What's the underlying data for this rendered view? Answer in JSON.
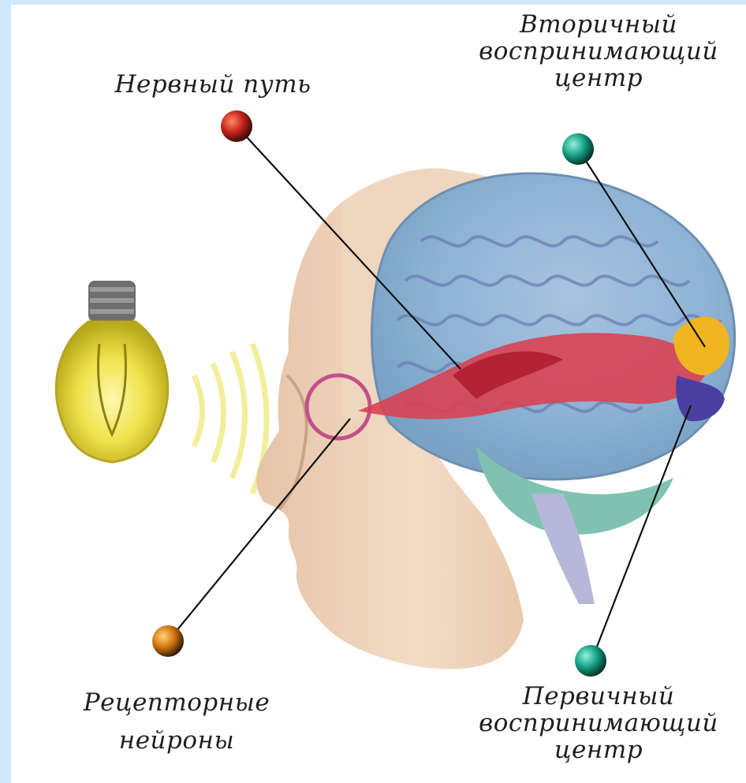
{
  "diagram": {
    "labels": {
      "nerve_path": "Нервный путь",
      "secondary_center": [
        "Вторичный",
        "воспринимающий",
        "центр"
      ],
      "receptor_neurons": [
        "Рецепторные",
        "нейроны"
      ],
      "primary_center": [
        "Первичный",
        "воспринимающий",
        "центр"
      ]
    },
    "marker_colors": {
      "nerve_path": "#b8221a",
      "secondary_center": "#1aa58c",
      "receptor_neurons": "#d07a10",
      "primary_center": "#1aa58c"
    },
    "icons": [
      "light-bulb-icon",
      "light-waves-icon",
      "human-head-icon",
      "brain-icon"
    ]
  }
}
